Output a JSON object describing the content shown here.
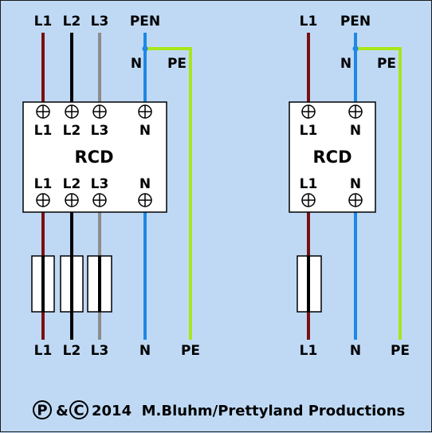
{
  "colors": {
    "background": "#bfd9f5",
    "line_L1": "#7a1010",
    "line_L2": "#000000",
    "line_L3": "#8c8c8c",
    "line_N": "#1e88e5",
    "line_PE": "#a8e61a"
  },
  "three_phase": {
    "top_labels": [
      "L1",
      "L2",
      "L3",
      "PEN"
    ],
    "split_labels": [
      "N",
      "PE"
    ],
    "rcd_top_labels": [
      "L1",
      "L2",
      "L3",
      "N"
    ],
    "rcd_title": "RCD",
    "rcd_bottom_labels": [
      "L1",
      "L2",
      "L3",
      "N"
    ],
    "bottom_labels": [
      "L1",
      "L2",
      "L3",
      "N",
      "PE"
    ]
  },
  "single_phase": {
    "top_labels": [
      "L1",
      "PEN"
    ],
    "split_labels": [
      "N",
      "PE"
    ],
    "rcd_top_labels": [
      "L1",
      "N"
    ],
    "rcd_title": "RCD",
    "rcd_bottom_labels": [
      "L1",
      "N"
    ],
    "bottom_labels": [
      "L1",
      "N",
      "PE"
    ]
  },
  "credit": {
    "p_symbol": "P",
    "amp": "&",
    "c_symbol": "C",
    "text": "2014  M.Bluhm/Prettyland Productions"
  }
}
